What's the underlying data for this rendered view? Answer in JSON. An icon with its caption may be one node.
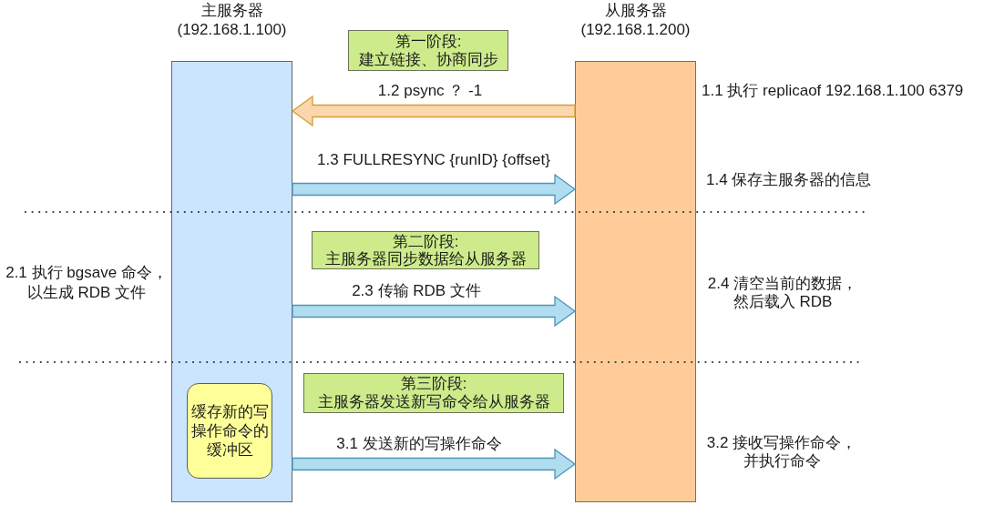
{
  "diagram": {
    "nodes": [
      {
        "text": [
          "主服务器 (192.168.1.100)"
        ],
        "beside": [
          "2.1 执行 bgsave 命令，以生成 RDB 文件"
        ]
      },
      {
        "text": [
          "从服务器 (192.168.1.200)"
        ],
        "beside": [
          "1.1 执行 replicaof 192.168.1.100 6379",
          "1.4 保存主服务器的信息",
          "2.4 清空当前的数据，然后载入 RDB",
          "3.2 接收写操作命令，并执行命令"
        ]
      },
      {
        "text": [
          "第一阶段:",
          "建立链接、协商同步"
        ]
      },
      {
        "text": [
          "第二阶段:",
          "主服务器同步数据给从服务器"
        ]
      },
      {
        "text": [
          "第三阶段:",
          "主服务器发送新写命令给从服务器"
        ]
      },
      {
        "text": [
          "缓存新的写操作命令的缓冲区"
        ],
        "in": 0
      }
    ],
    "edges": [
      {
        "from": 1,
        "to": 0,
        "arrow": "to",
        "label": "1.2 psync ？ -1",
        "color": "#fad7ac"
      },
      {
        "from": 0,
        "to": 1,
        "arrow": "to",
        "label": "1.3 FULLRESYNC {runID} {offset}"
      },
      {
        "from": 0,
        "to": 1,
        "arrow": "to",
        "label": "2.3 传输 RDB 文件"
      },
      {
        "from": 0,
        "to": 1,
        "arrow": "to",
        "label": "3.1 发送新的写操作命令"
      }
    ]
  }
}
